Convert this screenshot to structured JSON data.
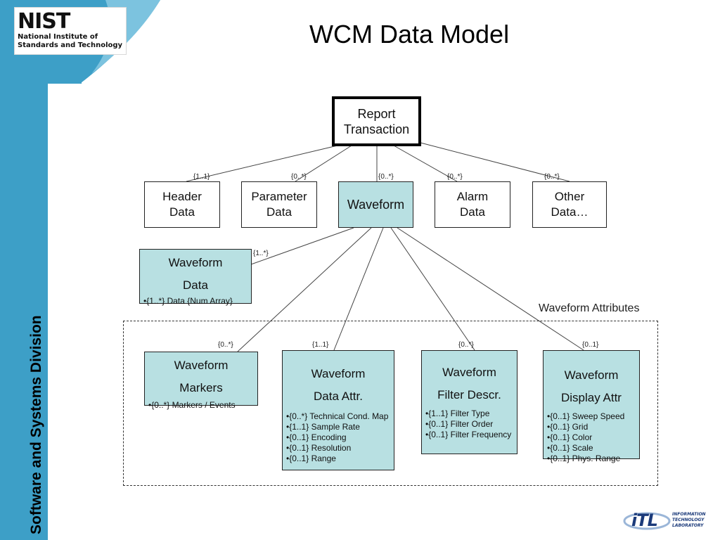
{
  "slide": {
    "title": "WCM Data Model",
    "side_label": "Software and Systems Division",
    "colors": {
      "accent_blue": "#3d9fc7",
      "node_fill": "#b8e0e2",
      "background": "#ffffff"
    }
  },
  "logos": {
    "nist": {
      "mark": "NIST",
      "line1": "National Institute of",
      "line2": "Standards and Technology"
    },
    "itl": {
      "mark": "iTL",
      "line1": "INFORMATION",
      "line2": "TECHNOLOGY",
      "line3": "LABORATORY"
    }
  },
  "diagram": {
    "root": {
      "line1": "Report",
      "line2": "Transaction"
    },
    "level1": [
      {
        "line1": "Header",
        "line2": "Data",
        "multiplicity": "{1..1}"
      },
      {
        "line1": "Parameter",
        "line2": "Data",
        "multiplicity": "{0..*}"
      },
      {
        "label": "Waveform",
        "multiplicity": "{0..*}"
      },
      {
        "line1": "Alarm",
        "line2": "Data",
        "multiplicity": "{0..*}"
      },
      {
        "line1": "Other",
        "line2": "Data…",
        "multiplicity": "{0..*}"
      }
    ],
    "waveform_data": {
      "line1": "Waveform",
      "line2": "Data",
      "multiplicity": "{1..*}",
      "attrs": [
        "{1..*} Data {Num Array}"
      ]
    },
    "attributes_group_label": "Waveform Attributes",
    "attributes": [
      {
        "line1": "Waveform",
        "line2": "Markers",
        "multiplicity": "{0..*}",
        "attrs": [
          "{0..*} Markers / Events"
        ]
      },
      {
        "line1": "Waveform",
        "line2": "Data Attr.",
        "multiplicity": "{1..1}",
        "attrs": [
          "{0..*} Technical Cond. Map",
          "{1..1} Sample Rate",
          "{0..1} Encoding",
          "{0..1} Resolution",
          "{0..1} Range"
        ]
      },
      {
        "line1": "Waveform",
        "line2": "Filter Descr.",
        "multiplicity": "{0..*}",
        "attrs": [
          "{1..1} Filter Type",
          "{0..1} Filter Order",
          "{0..1} Filter Frequency"
        ]
      },
      {
        "line1": "Waveform",
        "line2": "Display Attr",
        "multiplicity": "{0..1}",
        "attrs": [
          "{0..1} Sweep Speed",
          "{0..1} Grid",
          "{0..1} Color",
          "{0..1} Scale",
          "{0..1} Phys. Range"
        ]
      }
    ]
  }
}
